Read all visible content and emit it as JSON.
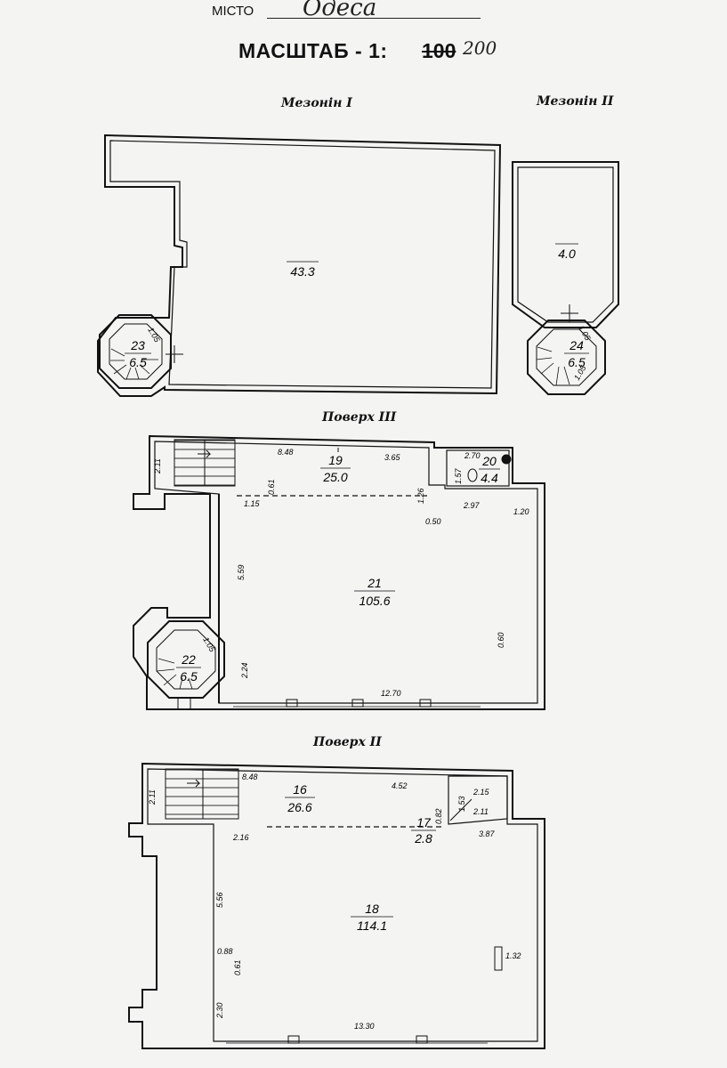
{
  "header": {
    "city_label": "МІСТО",
    "city_value": "Одеса",
    "scale_label": "МАСШТАБ - 1:",
    "scale_struck": "100",
    "scale_handwritten": "200"
  },
  "sections": {
    "mezzanine_1": "Мезонін I",
    "mezzanine_2": "Мезонін II",
    "floor_3": "Поверх III",
    "floor_2": "Поверх II"
  },
  "rooms": {
    "r23": {
      "num": "23",
      "area": "6.5"
    },
    "r43": {
      "area": "43.3"
    },
    "r24": {
      "num": "24",
      "area": "6.5"
    },
    "r4": {
      "area": "4.0"
    },
    "r19": {
      "num": "19",
      "area": "25.0"
    },
    "r20": {
      "num": "20",
      "area": "4.4"
    },
    "r21": {
      "num": "21",
      "area": "105.6"
    },
    "r22": {
      "num": "22",
      "area": "6.5"
    },
    "r16": {
      "num": "16",
      "area": "26.6"
    },
    "r17": {
      "num": "17",
      "area": "2.8"
    },
    "r18": {
      "num": "18",
      "area": "114.1"
    }
  },
  "dimensions": {
    "m1_stair": "1.05",
    "m2_stair_a": "1.05",
    "m2_stair_b": "1.05",
    "f3_a": "8.48",
    "f3_b": "3.65",
    "f3_c": "2.70",
    "f3_d": "1.57",
    "f3_e": "2.11",
    "f3_f": "0.61",
    "f3_g": "1.15",
    "f3_h": "1.26",
    "f3_i": "0.50",
    "f3_j": "2.97",
    "f3_k": "1.20",
    "f3_l": "5.59",
    "f3_m": "1.05",
    "f3_n": "0.60",
    "f3_o": "2.24",
    "f3_p": "12.70",
    "f2_a": "8.48",
    "f2_b": "4.52",
    "f2_c": "2.15",
    "f2_d": "1.53",
    "f2_e": "0.82",
    "f2_f": "2.11",
    "f2_g": "2.11",
    "f2_h": "2.16",
    "f2_i": "3.87",
    "f2_j": "5.56",
    "f2_k": "0.88",
    "f2_l": "0.61",
    "f2_m": "1.32",
    "f2_n": "2.30",
    "f2_o": "13.30"
  },
  "colors": {
    "paper": "#f4f4f2",
    "ink": "#111111"
  }
}
